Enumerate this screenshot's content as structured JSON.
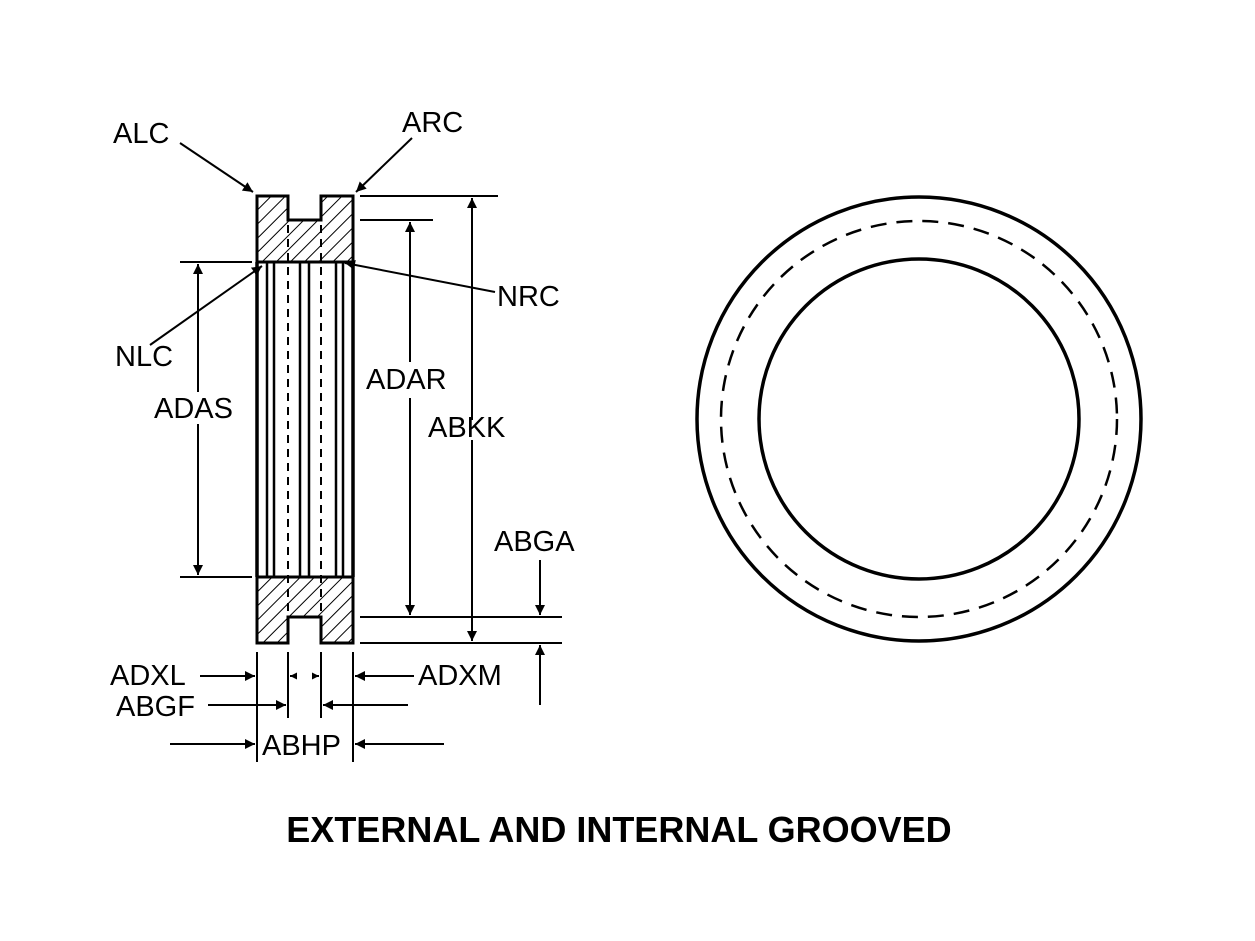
{
  "labels": {
    "alc": "ALC",
    "arc": "ARC",
    "nlc": "NLC",
    "nrc": "NRC",
    "adas": "ADAS",
    "adar": "ADAR",
    "abkk": "ABKK",
    "abga": "ABGA",
    "adxl": "ADXL",
    "adxm": "ADXM",
    "abgf": "ABGF",
    "abhp": "ABHP"
  },
  "caption": "EXTERNAL AND INTERNAL GROOVED"
}
